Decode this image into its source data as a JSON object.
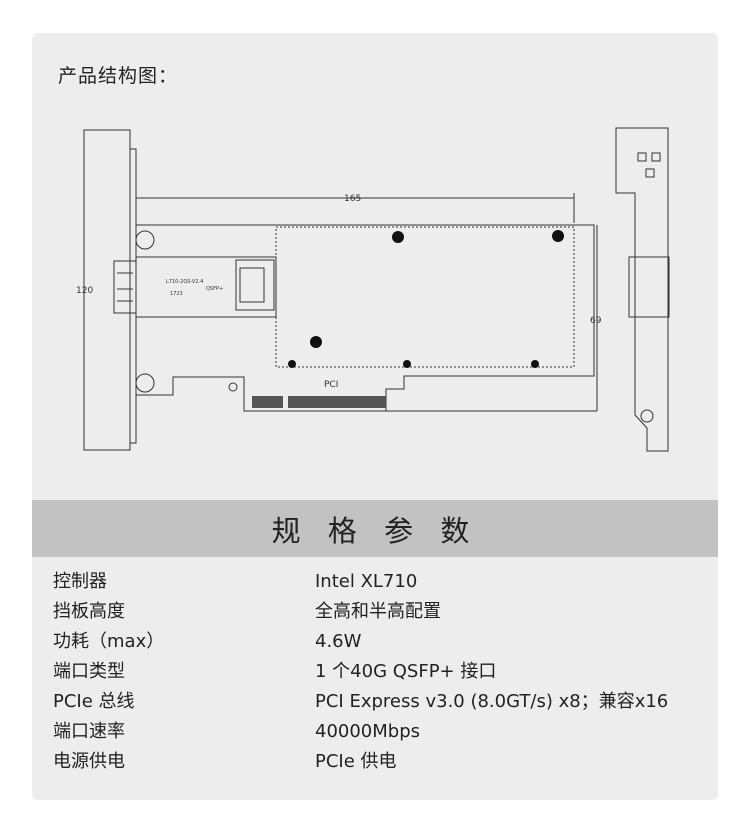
{
  "structure": {
    "title": "产品结构图：",
    "dimensions": {
      "width": "165",
      "height": "120",
      "depth": "69"
    },
    "board_labels": {
      "model": "L710-2QS-V2.4",
      "code": "1723",
      "port": "QSFP+",
      "bus": "PCI"
    }
  },
  "specs": {
    "header": "规 格 参 数",
    "rows": [
      {
        "key": "控制器",
        "value": "Intel XL710"
      },
      {
        "key": "挡板高度",
        "value": "全高和半高配置"
      },
      {
        "key": "功耗（max）",
        "value": "4.6W"
      },
      {
        "key": "端口类型",
        "value": "1 个40G QSFP+ 接口"
      },
      {
        "key": "PCIe 总线",
        "value": "PCI Express v3.0 (8.0GT/s) x8；兼容x16"
      },
      {
        "key": "端口速率",
        "value": "40000Mbps"
      },
      {
        "key": "电源供电",
        "value": "PCIe 供电"
      }
    ]
  }
}
